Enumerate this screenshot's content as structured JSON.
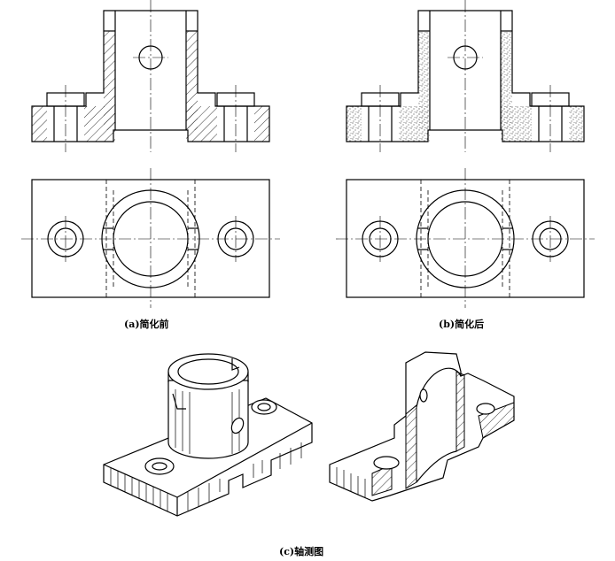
{
  "captions": {
    "a": "(a)简化前",
    "b": "(b)简化后",
    "c": "(c)轴测图"
  },
  "colors": {
    "line": "#000000",
    "background": "#ffffff"
  }
}
